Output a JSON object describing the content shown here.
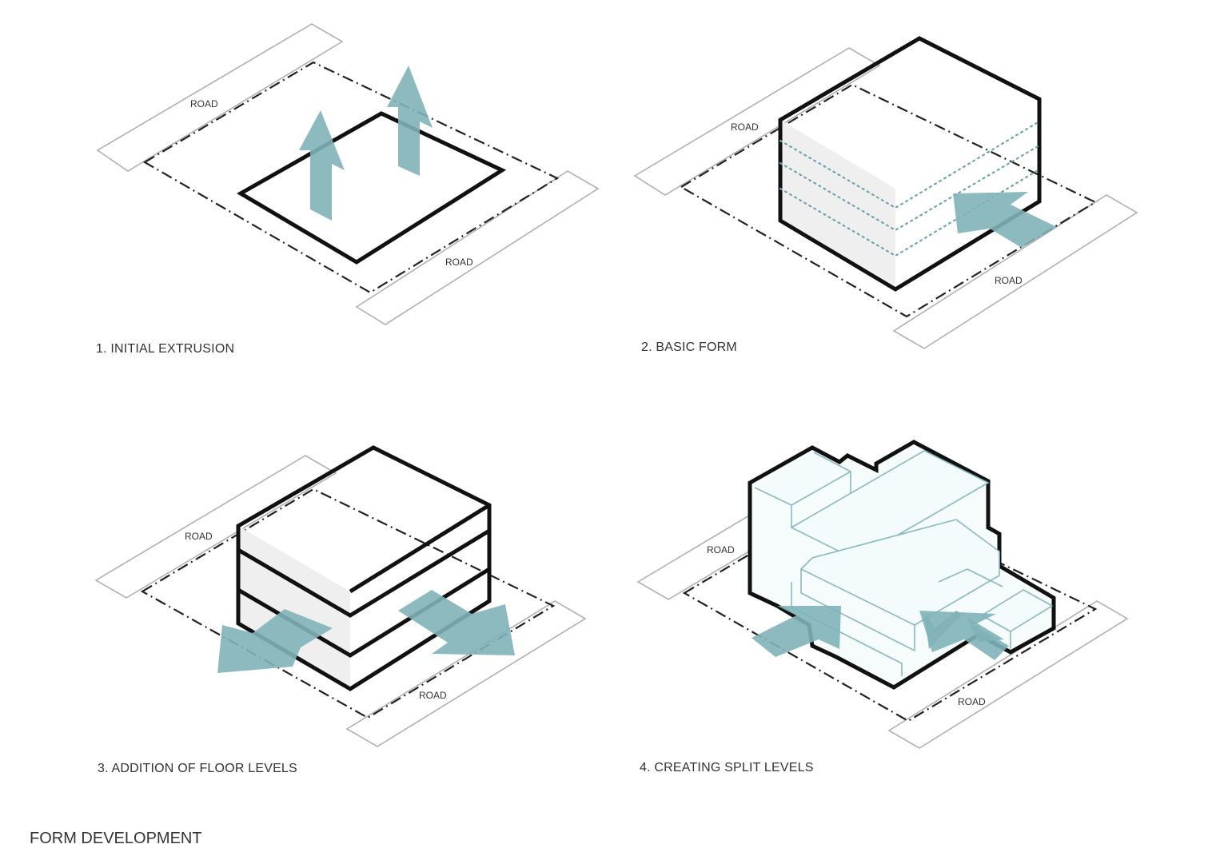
{
  "title": "FORM DEVELOPMENT",
  "road_label": "ROAD",
  "accent_color": "#7fb2b8",
  "panels": [
    {
      "caption": "1. INITIAL EXTRUSION",
      "road_labels": [
        "ROAD",
        "ROAD"
      ]
    },
    {
      "caption": "2. BASIC FORM",
      "road_labels": [
        "ROAD",
        "ROAD"
      ]
    },
    {
      "caption": "3. ADDITION OF FLOOR LEVELS",
      "road_labels": [
        "ROAD",
        "ROAD"
      ]
    },
    {
      "caption": "4. CREATING SPLIT LEVELS",
      "road_labels": [
        "ROAD",
        "ROAD"
      ]
    }
  ]
}
